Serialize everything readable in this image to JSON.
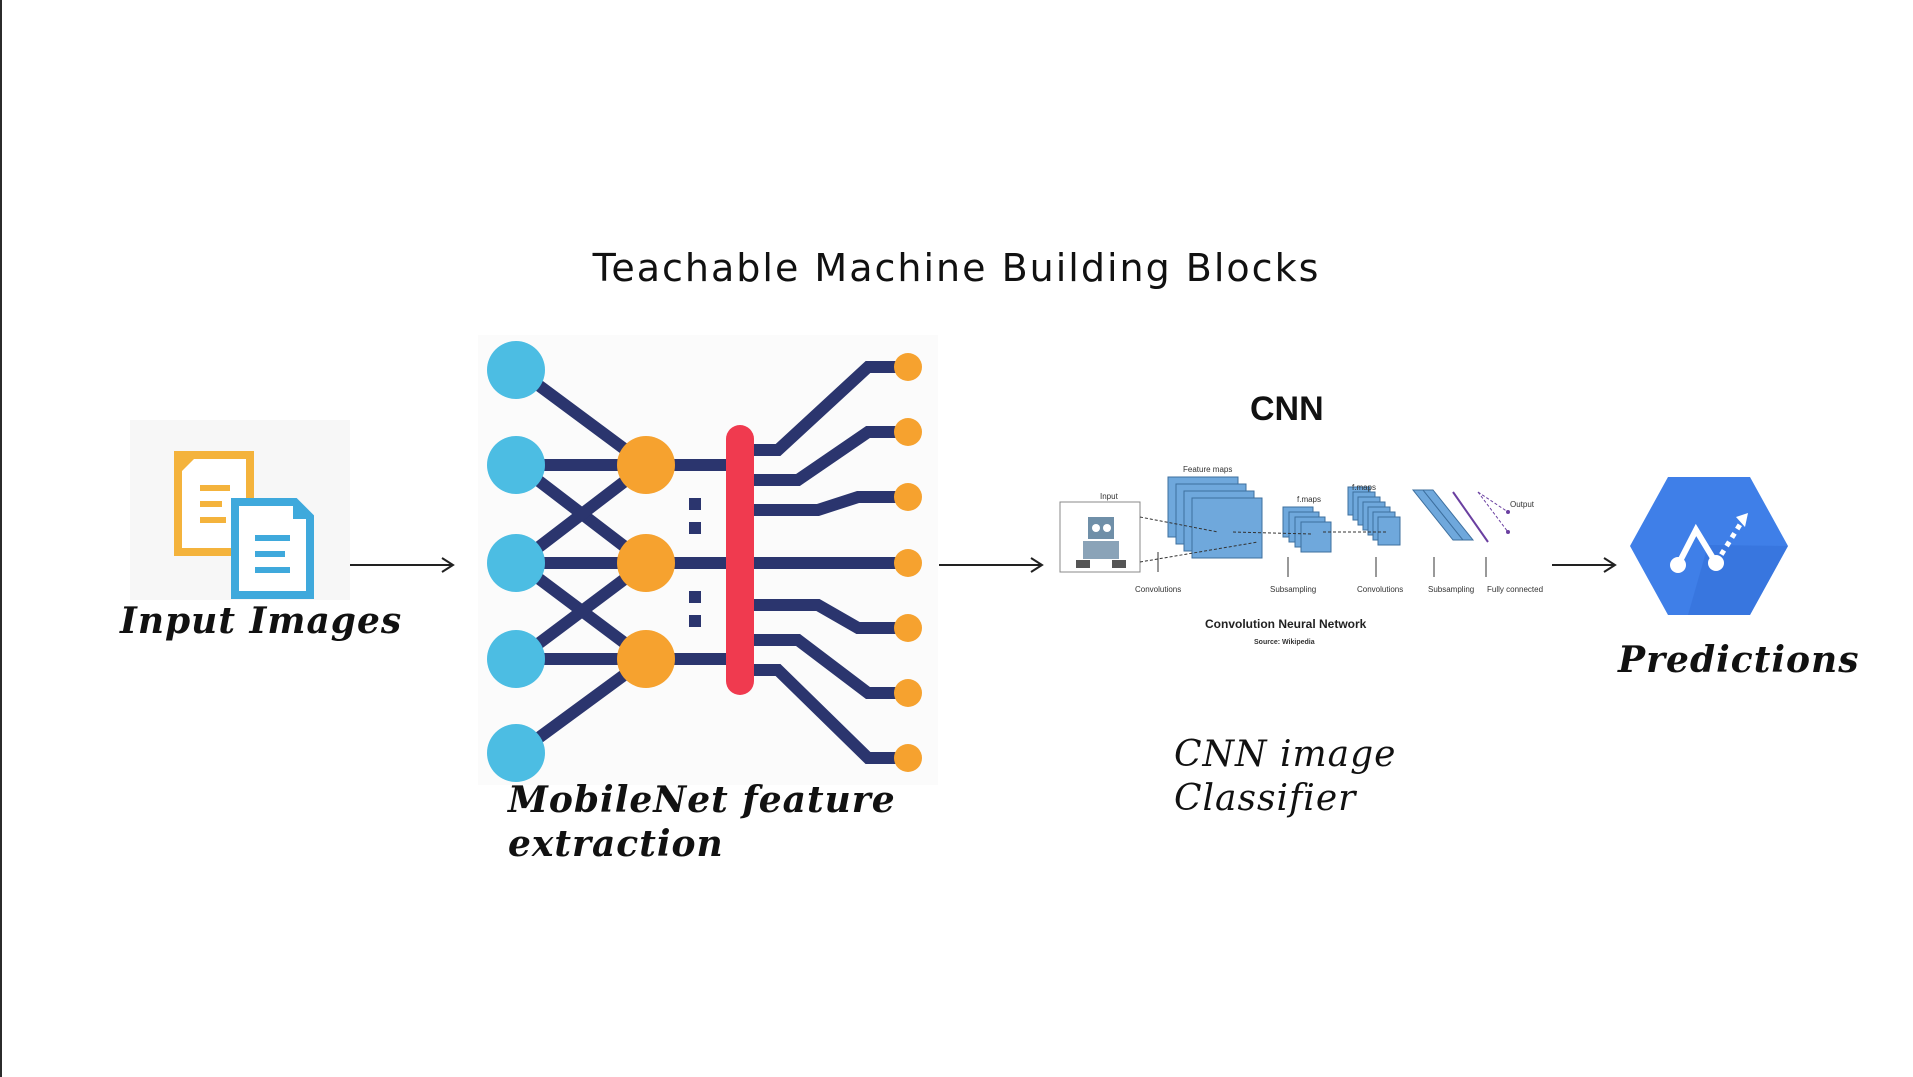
{
  "title": "Teachable Machine Building Blocks",
  "blocks": {
    "input": {
      "label": "Input Images",
      "icon": "documents-icon"
    },
    "mobilenet": {
      "label_line1": "MobileNet feature",
      "label_line2": "extraction",
      "icon": "neural-network-icon"
    },
    "cnn": {
      "heading": "CNN",
      "figure_title": "Convolution Neural Network",
      "source": "Source: Wikipedia",
      "labels": {
        "input": "Input",
        "feature_maps": "Feature maps",
        "fmaps1": "f.maps",
        "fmaps2": "f.maps",
        "output": "Output",
        "convolutions1": "Convolutions",
        "subsampling1": "Subsampling",
        "convolutions2": "Convolutions",
        "subsampling2": "Subsampling",
        "fully_connected": "Fully connected"
      },
      "label_line1": "CNN image",
      "label_line2": "Classifier"
    },
    "predictions": {
      "label": "Predictions",
      "icon": "prediction-hexagon-icon"
    }
  },
  "colors": {
    "node_blue": "#4cbde3",
    "node_orange": "#f6a22f",
    "edge_navy": "#2b356e",
    "bar_red": "#f03a4f",
    "hexagon_blue": "#3f7fe8",
    "doc_orange": "#f4b33c",
    "doc_blue": "#3fa9dc"
  }
}
